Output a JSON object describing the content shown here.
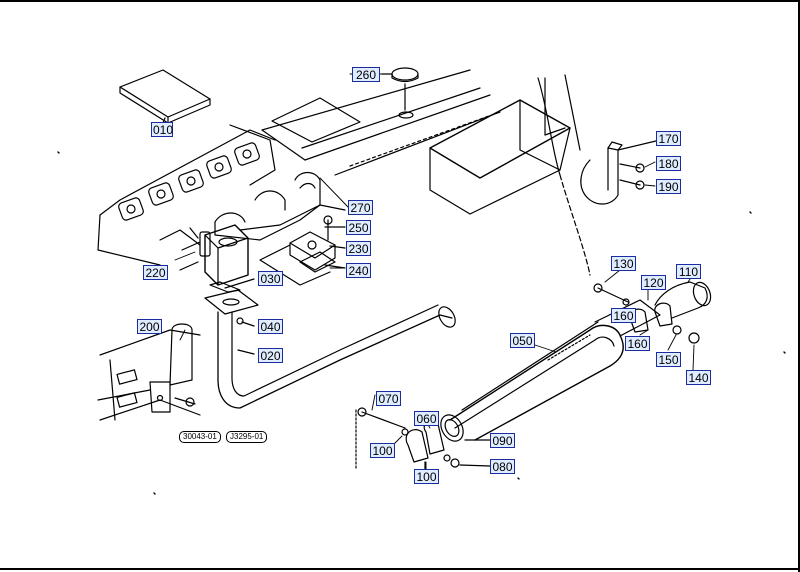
{
  "callouts": {
    "c010": "010",
    "c020": "020",
    "c030": "030",
    "c040": "040",
    "c050": "050",
    "c060": "060",
    "c070": "070",
    "c080": "080",
    "c090": "090",
    "c100a": "100",
    "c100b": "100",
    "c110": "110",
    "c120": "120",
    "c130": "130",
    "c140": "140",
    "c150": "150",
    "c160a": "160",
    "c160b": "160",
    "c170": "170",
    "c180": "180",
    "c190": "190",
    "c200": "200",
    "c220": "220",
    "c230": "230",
    "c240": "240",
    "c250": "250",
    "c260": "260",
    "c270": "270"
  },
  "refcodes": {
    "left": "30043-01",
    "right": "J3295-01"
  },
  "colors": {
    "callout_fill": "#e0ecff",
    "callout_border": "#1a2ca0",
    "line": "#000000"
  }
}
